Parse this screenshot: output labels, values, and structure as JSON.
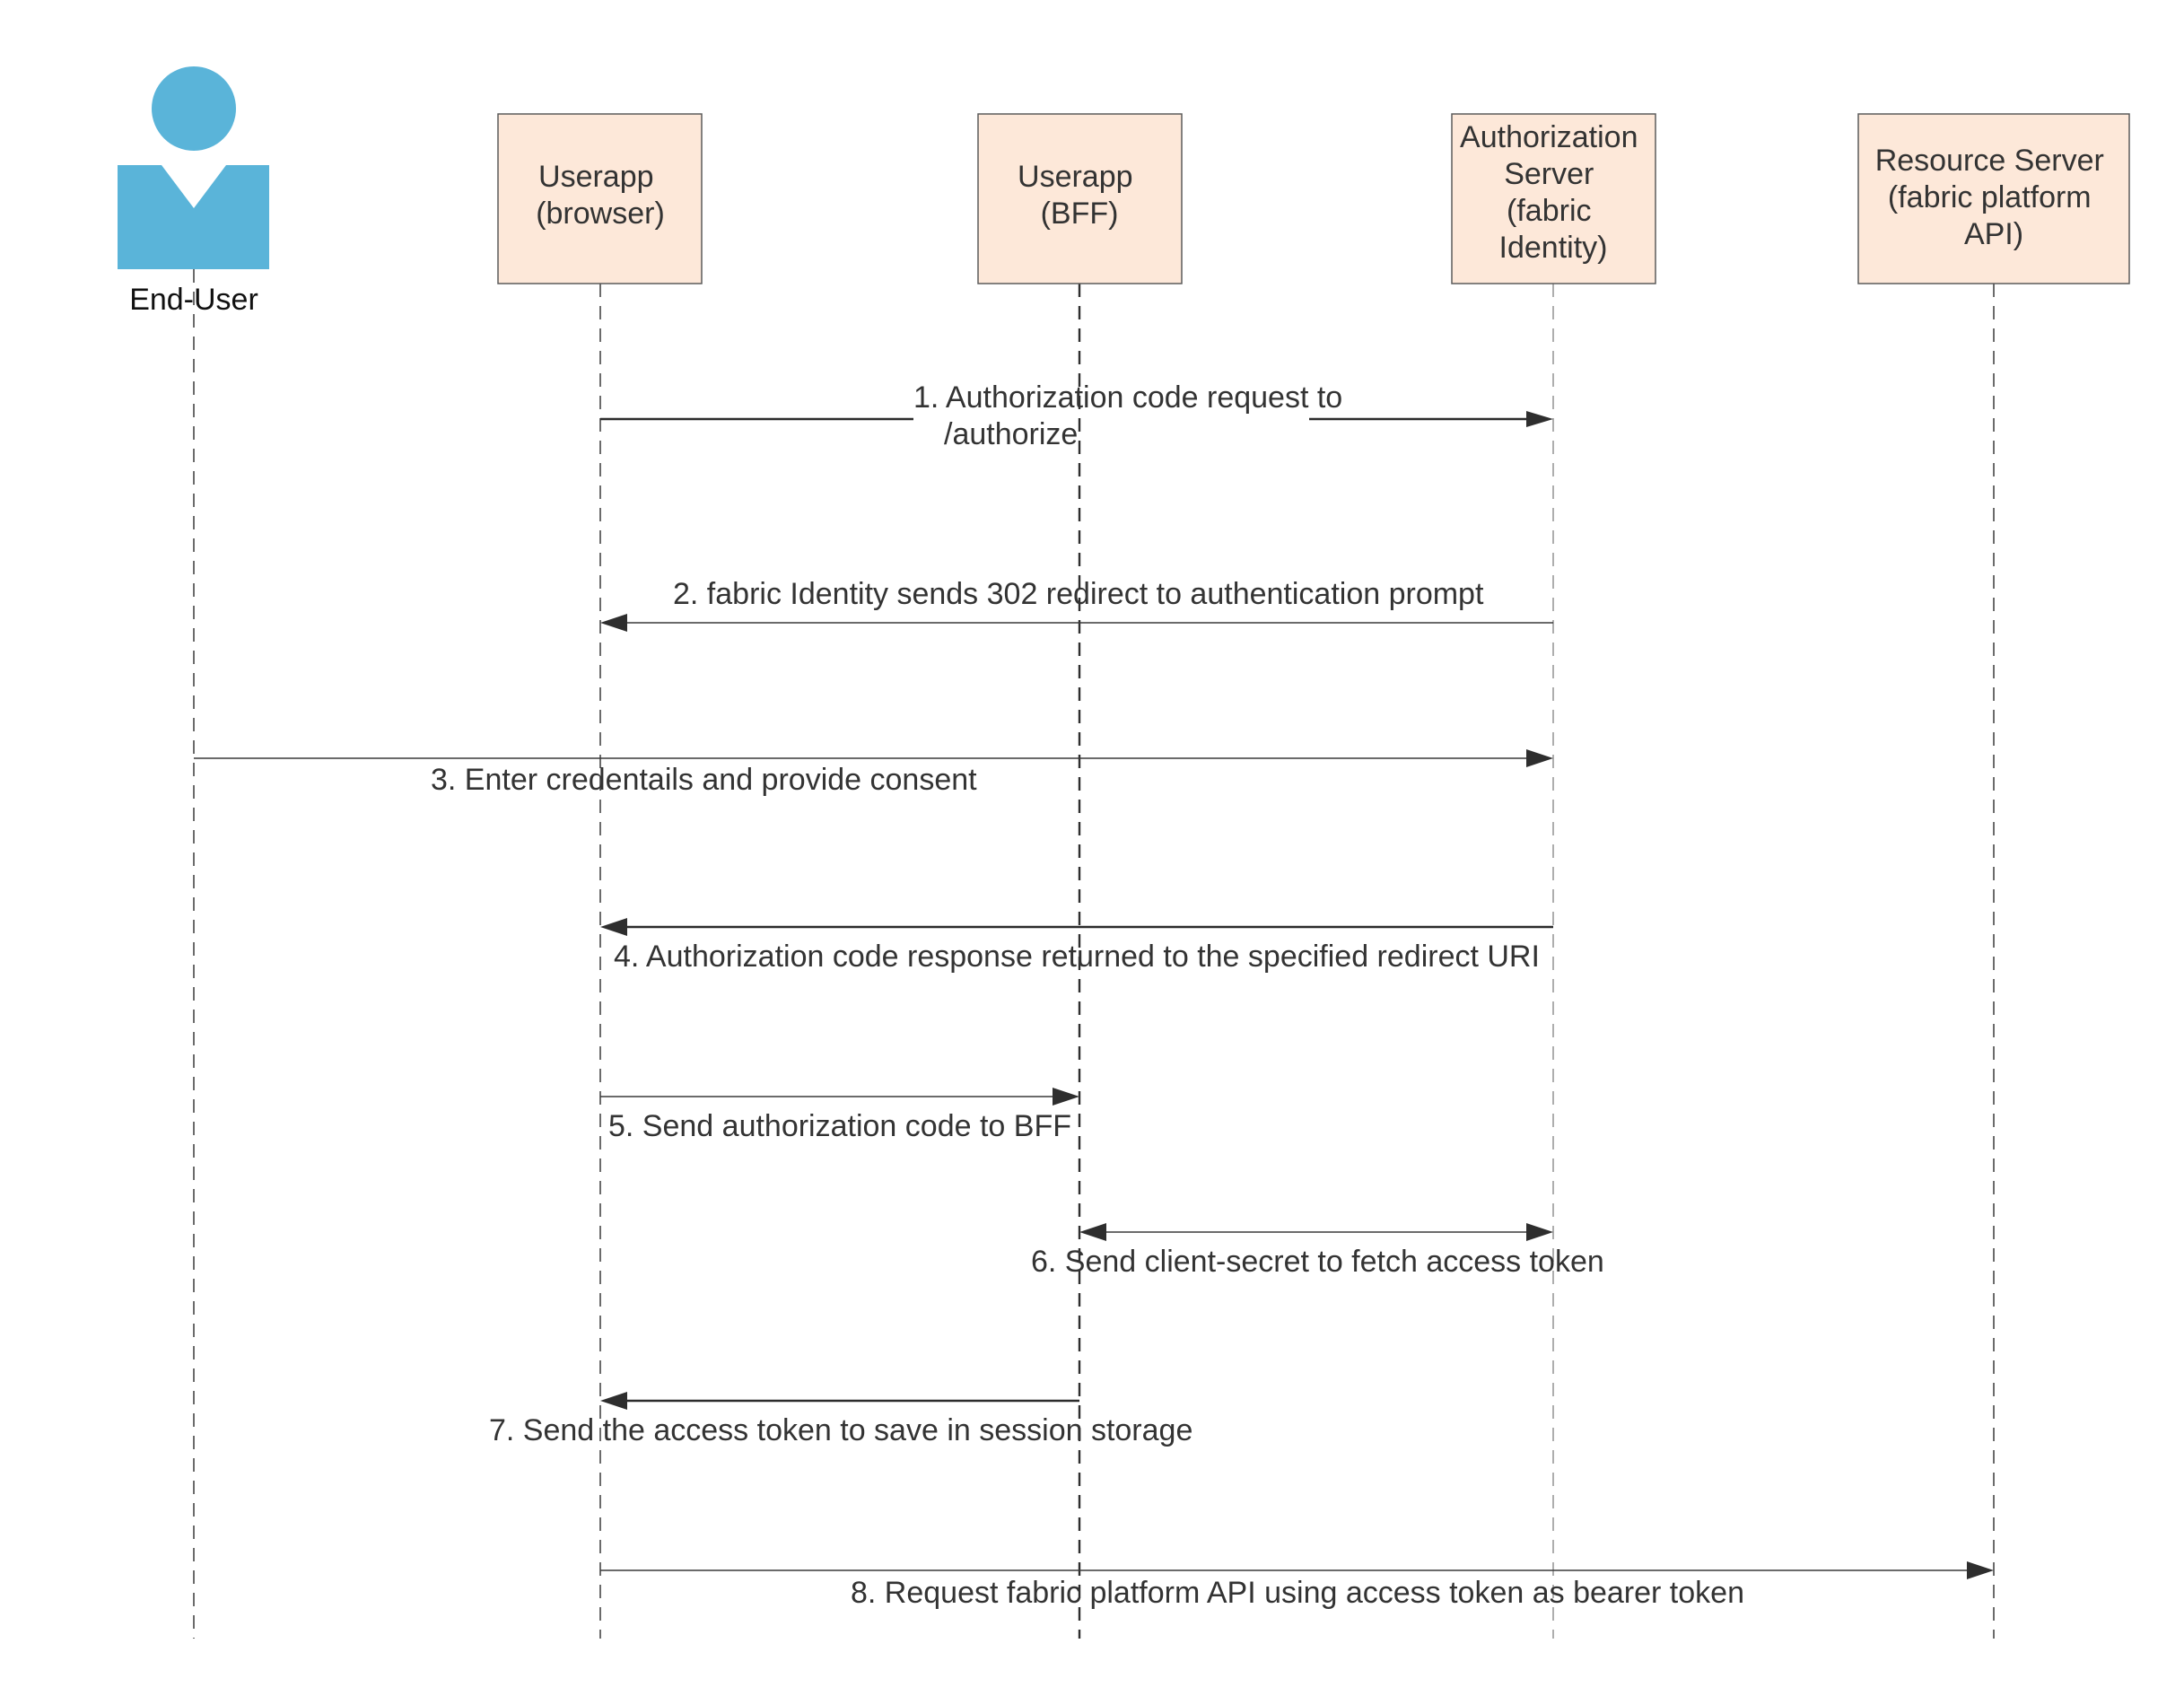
{
  "actor": {
    "label": "End-User",
    "icon": "user-icon",
    "color": "#5ab4d9"
  },
  "participants": [
    {
      "id": "browser",
      "lines": [
        "Userapp",
        "(browser)"
      ]
    },
    {
      "id": "bff",
      "lines": [
        "Userapp",
        "(BFF)"
      ]
    },
    {
      "id": "authserver",
      "lines": [
        "Authorization",
        "Server",
        "(fabric",
        "Identity)"
      ]
    },
    {
      "id": "resourceserver",
      "lines": [
        "Resource Server",
        "(fabric platform",
        "API)"
      ]
    }
  ],
  "messages": [
    {
      "step": 1,
      "lines": [
        "1. Authorization code request to",
        "/authorize"
      ]
    },
    {
      "step": 2,
      "lines": [
        "2. fabric Identity sends 302 redirect to authentication prompt"
      ]
    },
    {
      "step": 3,
      "lines": [
        "3. Enter credentails and provide consent"
      ]
    },
    {
      "step": 4,
      "lines": [
        "4. Authorization code response returned to the specified redirect URI"
      ]
    },
    {
      "step": 5,
      "lines": [
        "5. Send authorization code to BFF"
      ]
    },
    {
      "step": 6,
      "lines": [
        "6. Send client-secret to fetch access token"
      ]
    },
    {
      "step": 7,
      "lines": [
        "7. Send the access token to save in session storage"
      ]
    },
    {
      "step": 8,
      "lines": [
        "8. Request fabric platform API using access token as bearer token"
      ]
    }
  ],
  "colors": {
    "participant_fill": "#fde8d9",
    "participant_border": "#5b5b5b",
    "text": "#333333",
    "arrow": "#2e2e2e"
  }
}
